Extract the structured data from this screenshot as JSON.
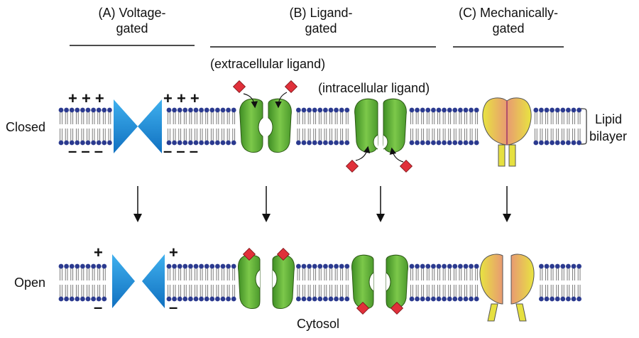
{
  "headers": {
    "voltage": {
      "line1": "(A) Voltage-",
      "line2": "gated"
    },
    "ligand": {
      "line1": "(B) Ligand-",
      "line2": "gated"
    },
    "mechanical": {
      "line1": "(C) Mechanically-",
      "line2": "gated"
    }
  },
  "labels": {
    "extracellular": "(extracellular ligand)",
    "intracellular": "(intracellular ligand)",
    "closed": "Closed",
    "open": "Open",
    "lipid_line1": "Lipid",
    "lipid_line2": "bilayer",
    "cytosol": "Cytosol"
  },
  "charges": {
    "plus_triple": "+ + +",
    "minus_triple": "– – –",
    "plus_single": "+",
    "minus_single": "–"
  },
  "colors": {
    "lipid_head": "#2b3a8f",
    "voltage_channel": "#1e90d8",
    "ligand_channel": "#5aa832",
    "mechanical_channel": "#e8d83a",
    "mechanical_core": "#e8a070",
    "ligand": "#e0303a"
  }
}
